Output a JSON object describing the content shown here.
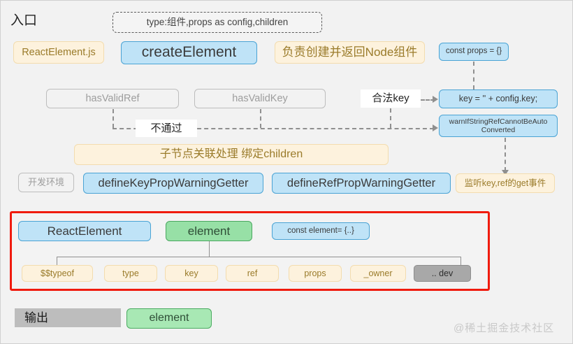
{
  "diagram": {
    "entry_label": "入口",
    "output_label": "输出",
    "watermark": "@稀土掘金技术社区",
    "signature_note": "type:组件,props as config,children",
    "nodes": {
      "file": "ReactElement.js",
      "create_element": "createElement",
      "responsibility": "负责创建并返回Node组件",
      "const_props": "const props = {}",
      "has_valid_ref": "hasValidRef",
      "has_valid_key": "hasValidKey",
      "valid_key": "合法key",
      "not_pass": "不通过",
      "key_assign": "key = '' + config.key;",
      "warn_string_ref": "warnIfStringRefCannotBeAuto\nConverted",
      "children_bind": "子节点关联处理 绑定children",
      "dev_env": "开发环境",
      "define_key_getter": "defineKeyPropWarningGetter",
      "define_ref_getter": "defineRefPropWarningGetter",
      "listen_get": "监听key,ref的get事件",
      "react_element": "ReactElement",
      "element": "element",
      "const_element": "const element= {..}",
      "output_element": "element"
    },
    "element_fields": [
      "$$typeof",
      "type",
      "key",
      "ref",
      "props",
      "_owner",
      ".. dev"
    ],
    "colors": {
      "blue_fill": "#bfe3f7",
      "blue_border": "#4aa3d4",
      "cream_fill": "#fdf2dd",
      "cream_border": "#f3dcae",
      "cream_text": "#9a7b2a",
      "green_fill": "#97e0a6",
      "green_border": "#49a75f",
      "gray_fill": "#a8a8a8",
      "highlight_border": "#f01b0e",
      "canvas_bg": "#f2f2f2"
    }
  }
}
